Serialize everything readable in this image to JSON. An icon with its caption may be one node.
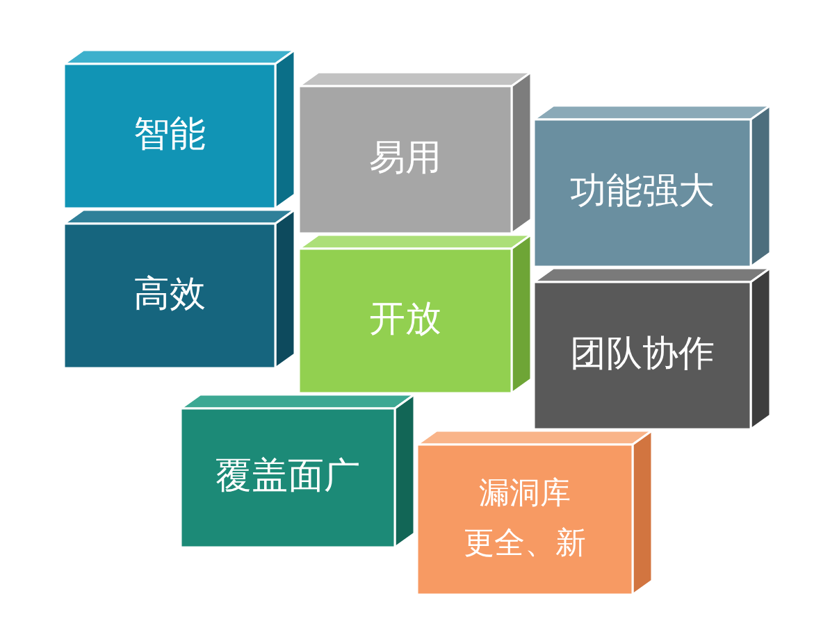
{
  "diagram": {
    "nodes": [
      {
        "text": [
          "智能"
        ]
      },
      {
        "text": [
          "易用"
        ]
      },
      {
        "text": [
          "功能强大"
        ]
      },
      {
        "text": [
          "高效"
        ]
      },
      {
        "text": [
          "开放"
        ]
      },
      {
        "text": [
          "团队协作"
        ]
      },
      {
        "text": [
          "覆盖面广"
        ]
      },
      {
        "text": [
          "漏洞库",
          "更全、新"
        ]
      }
    ]
  }
}
